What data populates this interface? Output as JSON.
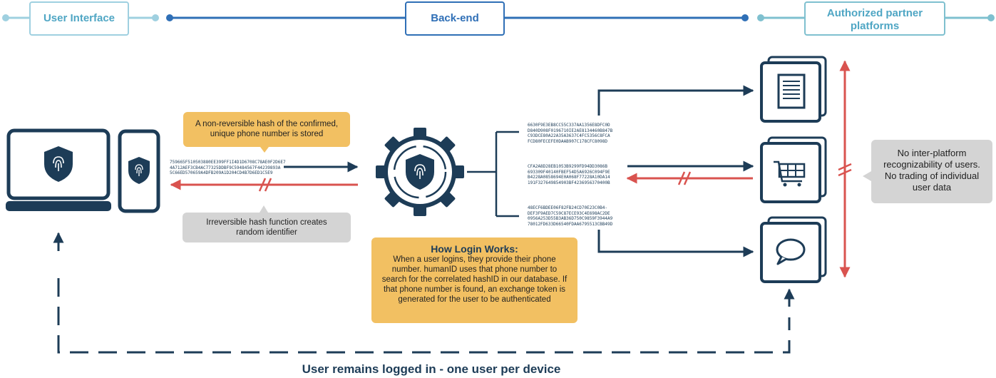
{
  "headers": {
    "user_interface": "User Interface",
    "backend": "Back-end",
    "partner_line1": "Authorized partner",
    "partner_line2": "platforms"
  },
  "notes": {
    "hash_stored_line1": "A non-reversible hash of the confirmed,",
    "hash_stored_line2": "unique phone number is stored",
    "irreversible_line1": "Irreversible hash function creates",
    "irreversible_line2": "random identifier",
    "how_login_title": "How Login Works:",
    "how_login_body": "When a user logins, they provide their phone number. humanID uses that phone number to search for the correlated hashID in our database. If that phone number is found, an exchange token is generated for the user to be authenticated",
    "no_recognizability": "No inter-platform recognizability of users. No trading of individual user data"
  },
  "hashes": {
    "input": "759665F510503880EE399FF1I4D1D6708C78AE0F2D6E7\n4A712AEF3CB4AC77325DDBF9C59484567F44239893A\n5C66ED570659A4DFB209A1D204CD4B7D6ED1C5E9",
    "output_top": "6630F9E3EB8CC55C337AA1356E8DFC0D\nD840D908F0196710IE2AE8134460B847B\nC93DCE80A22A35A3637C4FC5356C8FCA\nFCD80FECEFE0DAAB907C178CFC8098D",
    "output_mid": "CFA2A8D28EB1053B9299FD94DD3086B\n693309F40140FBEF54D5A6926C094F9E\nB4228A0858694E0A068F77228A10DA14\n191F327649854903BF4236956370400B",
    "output_bot": "48ECF6BDEE06F82FB24CD70E23C0B4-\nDEF3F9AED7C59C87ECE93C4E698AC2DE\n0956A253D55B3AB36D750C9859F3944A9\n78012FD633D66540FDAA6795513CBB49D"
  },
  "footer": "User remains logged in - one user per device",
  "icons": [
    "laptop-icon",
    "phone-icon",
    "shield-fingerprint-icon",
    "gear-icon",
    "document-icon",
    "cart-icon",
    "chat-bubble-icon"
  ],
  "colors": {
    "navy": "#1d3c57",
    "red": "#d9534f",
    "blue": "#2f6fb6",
    "teal": "#4fa6c4",
    "yellow": "#f2c062",
    "grey": "#d4d4d4"
  }
}
